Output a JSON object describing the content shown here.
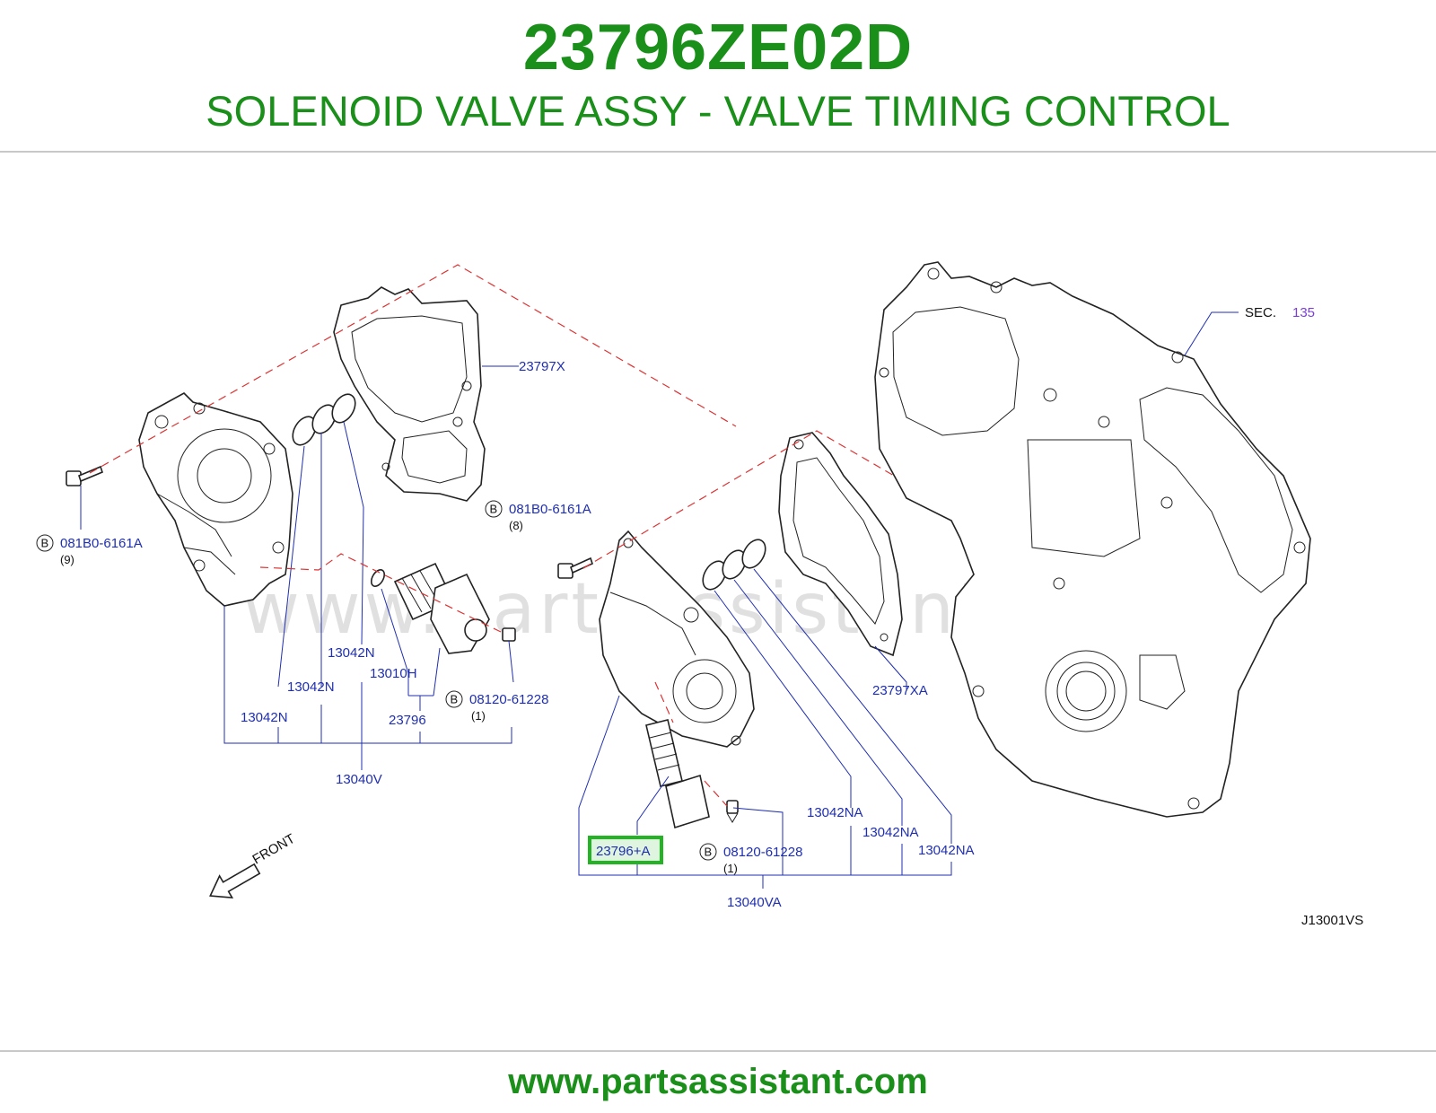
{
  "header": {
    "part_number": "23796ZE02D",
    "part_title": "SOLENOID VALVE ASSY - VALVE TIMING CONTROL"
  },
  "diagram": {
    "watermark": "www.partsassistant.com",
    "figure_code": "J13001VS",
    "front_label": "FRONT",
    "bolt_marker": "B",
    "sec_label": "SEC.",
    "sec_number": "135",
    "labels": {
      "l_23797x": "23797X",
      "l_081b0_left": "081B0-6161A",
      "l_qty9": "(9)",
      "l_081b0_mid": "081B0-6161A",
      "l_qty8": "(8)",
      "l_13042n_a": "13042N",
      "l_13042n_b": "13042N",
      "l_13042n_c": "13042N",
      "l_13010h": "13010H",
      "l_08120_left": "08120-61228",
      "l_qty1_left": "(1)",
      "l_23796": "23796",
      "l_13040v": "13040V",
      "l_23797xa": "23797XA",
      "l_13042na_a": "13042NA",
      "l_13042na_b": "13042NA",
      "l_13042na_c": "13042NA",
      "l_23796a": "23796+A",
      "l_08120_right": "08120-61228",
      "l_qty1_right": "(1)",
      "l_13040va": "13040VA"
    }
  },
  "footer": {
    "url": "www.partsassistant.com"
  },
  "colors": {
    "brand_green": "#1a8f1a",
    "callout_blue": "#1f2fb0",
    "highlight_green": "#22b422",
    "dashed_red": "#d33333"
  }
}
